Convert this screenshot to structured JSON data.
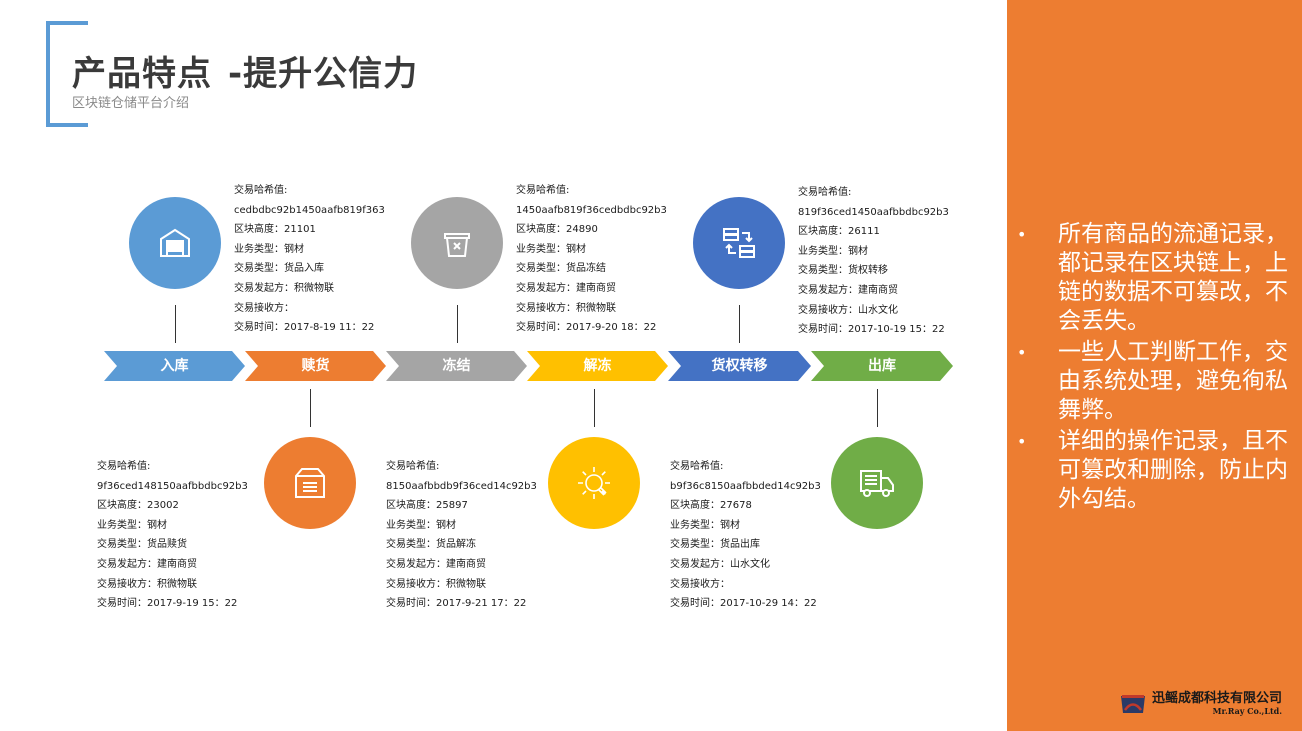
{
  "header": {
    "title_part1": "产品特点",
    "title_part2": "-提升公信力",
    "subtitle": "区块链仓储平台介绍"
  },
  "colors": {
    "blue": "#5b9bd5",
    "orange": "#ed7d31",
    "gray": "#a5a5a5",
    "yellow": "#ffc000",
    "darkblue": "#4472c4",
    "green": "#70ad47"
  },
  "stages": [
    {
      "label": "入库",
      "color": "#5b9bd5",
      "icon": "warehouse-icon"
    },
    {
      "label": "赎货",
      "color": "#ed7d31",
      "icon": "box-icon"
    },
    {
      "label": "冻结",
      "color": "#a5a5a5",
      "icon": "freeze-bin-icon"
    },
    {
      "label": "解冻",
      "color": "#ffc000",
      "icon": "sun-icon"
    },
    {
      "label": "货权转移",
      "color": "#4472c4",
      "icon": "transfer-icon"
    },
    {
      "label": "出库",
      "color": "#70ad47",
      "icon": "truck-icon"
    }
  ],
  "records": [
    {
      "hash_label": "交易哈希值:",
      "hash": "cedbdbc92b1450aafb819f363",
      "height": "区块高度：21101",
      "biz": "业务类型：钢材",
      "type": "交易类型：货品入库",
      "sender": "交易发起方：积微物联",
      "receiver": "交易接收方：",
      "time": "交易时间：2017-8-19 11：22"
    },
    {
      "hash_label": "交易哈希值:",
      "hash": "9f36ced148150aafbbdbc92b3",
      "height": "区块高度：23002",
      "biz": "业务类型：钢材",
      "type": "交易类型：货品赎货",
      "sender": "交易发起方：建南商贸",
      "receiver": "交易接收方：积微物联",
      "time": "交易时间：2017-9-19 15：22"
    },
    {
      "hash_label": "交易哈希值:",
      "hash": "1450aafb819f36cedbdbc92b3",
      "height": "区块高度：24890",
      "biz": "业务类型：钢材",
      "type": "交易类型：货品冻结",
      "sender": "交易发起方：建南商贸",
      "receiver": "交易接收方：积微物联",
      "time": "交易时间：2017-9-20 18：22"
    },
    {
      "hash_label": "交易哈希值:",
      "hash": "8150aafbbdb9f36ced14c92b3",
      "height": "区块高度：25897",
      "biz": "业务类型：钢材",
      "type": "交易类型：货品解冻",
      "sender": "交易发起方：建南商贸",
      "receiver": "交易接收方：积微物联",
      "time": "交易时间：2017-9-21 17：22"
    },
    {
      "hash_label": "交易哈希值:",
      "hash": "819f36ced1450aafbbdbc92b3",
      "height": "区块高度：26111",
      "biz": "业务类型：钢材",
      "type": "交易类型：货权转移",
      "sender": "交易发起方：建南商贸",
      "receiver": "交易接收方：山水文化",
      "time": "交易时间：2017-10-19 15：22"
    },
    {
      "hash_label": "交易哈希值:",
      "hash": "b9f36c8150aafbbded14c92b3",
      "height": "区块高度：27678",
      "biz": "业务类型：钢材",
      "type": "交易类型：货品出库",
      "sender": "交易发起方：山水文化",
      "receiver": "交易接收方：",
      "time": "交易时间：2017-10-29  14：22"
    }
  ],
  "bullets": [
    "所有商品的流通记录，都记录在区块链上，上链的数据不可篡改，不会丢失。",
    "一些人工判断工作，交由系统处理，避免徇私舞弊。",
    "详细的操作记录，且不可篡改和删除，防止内外勾结。"
  ],
  "bullet_marker": "•",
  "logo": {
    "company_cn": "迅鳐成都科技有限公司",
    "company_en": "Mr.Ray Co.,Ltd."
  }
}
